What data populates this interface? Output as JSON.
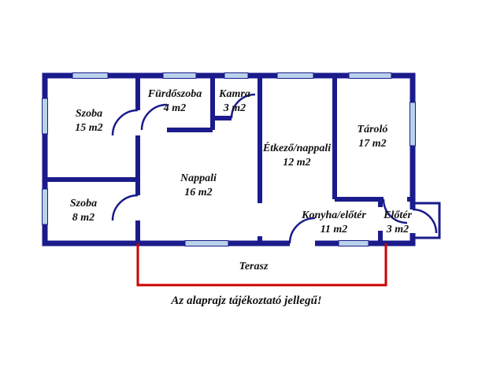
{
  "colors": {
    "wall": "#1b1b8c",
    "window": "#b9d3ea",
    "terrace": "#cc0000",
    "ink": "#111111"
  },
  "rooms": [
    {
      "id": "szoba-15",
      "name": "Szoba",
      "area": "15 m2"
    },
    {
      "id": "furdoszoba",
      "name": "Fürdőszoba",
      "area": "4 m2"
    },
    {
      "id": "kamra",
      "name": "Kamra",
      "area": "3 m2"
    },
    {
      "id": "tarolo",
      "name": "Tároló",
      "area": "17 m2"
    },
    {
      "id": "etkezo-nappali",
      "name": "Étkező/nappali",
      "area": "12 m2"
    },
    {
      "id": "nappali",
      "name": "Nappali",
      "area": "16 m2"
    },
    {
      "id": "szoba-8",
      "name": "Szoba",
      "area": "8 m2"
    },
    {
      "id": "konyha-eloter",
      "name": "Konyha/előtér",
      "area": "11 m2"
    },
    {
      "id": "eloter",
      "name": "Előtér",
      "area": "3 m2"
    }
  ],
  "terrace": {
    "label": "Terasz"
  },
  "disclaimer": "Az alaprajz tájékoztató jellegű!"
}
